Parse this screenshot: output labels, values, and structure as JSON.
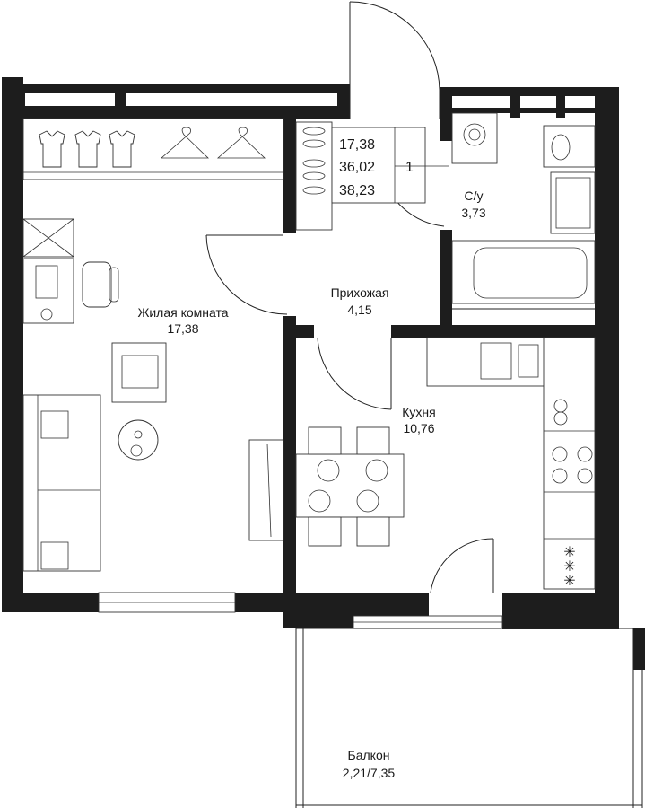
{
  "summary": {
    "living_area": "17,38",
    "living_total": "36,02",
    "total_area": "38,23",
    "rooms_count": "1"
  },
  "rooms": {
    "living": {
      "name": "Жилая комната",
      "area": "17,38"
    },
    "hall": {
      "name": "Прихожая",
      "area": "4,15"
    },
    "bath": {
      "name": "С/у",
      "area": "3,73"
    },
    "kitchen": {
      "name": "Кухня",
      "area": "10,76"
    },
    "balcony": {
      "name": "Балкон",
      "area": "2,21/7,35"
    }
  },
  "colors": {
    "wall": "#1d1d1d",
    "line": "#222222",
    "background": "#ffffff"
  }
}
